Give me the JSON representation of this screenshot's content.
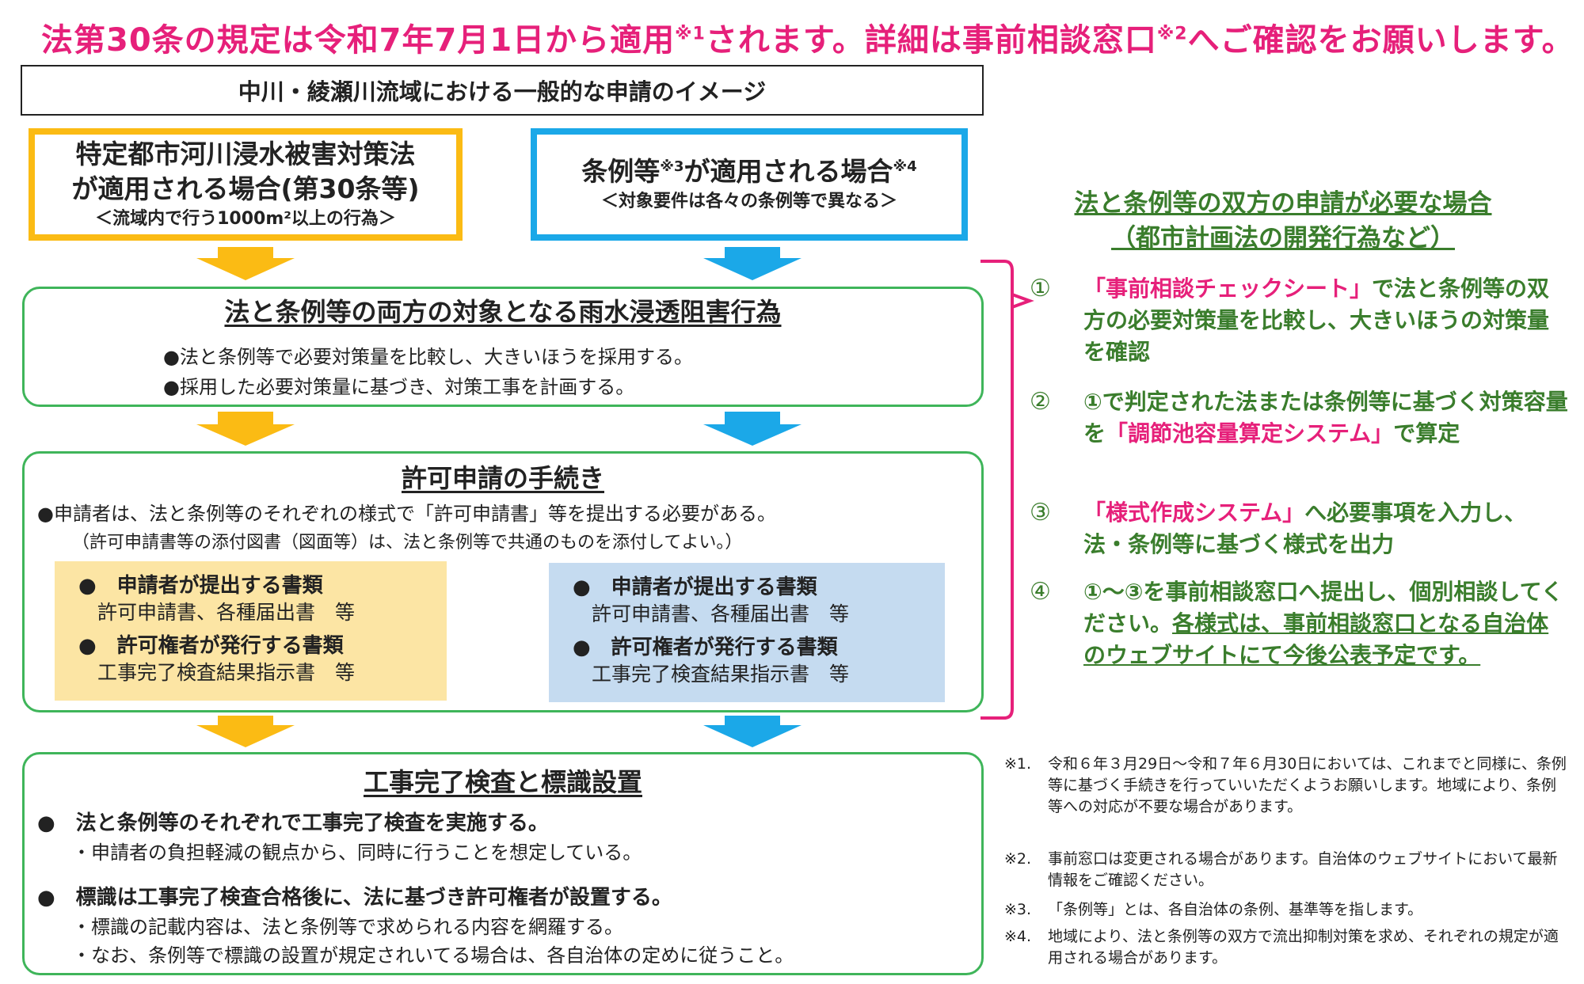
{
  "headline": {
    "part1": "法第30条の規定は令和7年7月1日から適用",
    "sup1": "※1",
    "part2": "されます。詳細は事前相談窓口",
    "sup2": "※2",
    "part3": "へご確認をお願いします。"
  },
  "flow_title": "中川・綾瀬川流域における一般的な申請のイメージ",
  "case_law": {
    "line1": "特定都市河川浸水被害対策法",
    "line2": "が適用される場合(第30条等)",
    "line3": "＜流域内で行う1000m²以上の行為＞"
  },
  "case_ordinance": {
    "line1_a": "条例等",
    "sup_a": "※3",
    "line1_b": "が適用される場合",
    "sup_b": "※4",
    "line2": "＜対象要件は各々の条例等で異なる＞"
  },
  "section1": {
    "title": "法と条例等の両方の対象となる雨水浸透阻害行為",
    "bullet1": "●法と条例等で必要対策量を比較し、大きいほうを採用する。",
    "bullet2": "●採用した必要対策量に基づき、対策工事を計画する。"
  },
  "section2": {
    "title": "許可申請の手続き",
    "line1": "●申請者は、法と条例等のそれぞれの様式で「許可申請書」等を提出する必要がある。",
    "line2": "（許可申請書等の添付図書（図面等）は、法と条例等で共通のものを添付してよい。）",
    "left_docs": {
      "h1": "●　申請者が提出する書類",
      "b1": "許可申請書、各種届出書　等",
      "h2": "●　許可権者が発行する書類",
      "b2": "工事完了検査結果指示書　等"
    },
    "right_docs": {
      "h1": "●　申請者が提出する書類",
      "b1": "許可申請書、各種届出書　等",
      "h2": "●　許可権者が発行する書類",
      "b2": "工事完了検査結果指示書　等"
    }
  },
  "section3": {
    "title": "工事完了検査と標識設置",
    "b1": "●　法と条例等のそれぞれで工事完了検査を実施する。",
    "b1_sub": "・申請者の負担軽減の観点から、同時に行うことを想定している。",
    "b2": "●　標識は工事完了検査合格後に、法に基づき許可権者が設置する。",
    "b2_sub1": "・標識の記載内容は、法と条例等で求められる内容を網羅する。",
    "b2_sub2": "・なお、条例等で標識の設置が規定されいてる場合は、各自治体の定めに従うこと。"
  },
  "right_panel": {
    "title_line1": "法と条例等の双方の申請が必要な場合",
    "title_line2": "（都市計画法の開発行為など）",
    "steps": [
      {
        "num": "①",
        "pink": "「事前相談チェックシート」",
        "text": "で法と条例等の双方の必要対策量を比較し、大きいほうの対策量を確認"
      },
      {
        "num": "②",
        "text_a": "①で判定された法または条例等に基づく対策容量を",
        "pink": "「調節池容量算定システム」",
        "text_b": "で算定"
      },
      {
        "num": "③",
        "pink": "「様式作成システム」",
        "text": "へ必要事項を入力し、法・条例等に基づく様式を出力"
      },
      {
        "num": "④",
        "text": "①～③を事前相談窓口へ提出し、個別相談してください。",
        "underlined": "各様式は、事前相談窓口となる自治体のウェブサイトにて今後公表予定です。"
      }
    ]
  },
  "footnotes": [
    {
      "mark": "※1.",
      "text": "令和６年３月29日～令和７年６月30日においては、これまでと同様に、条例等に基づく手続きを行っていいただくようお願いします。地域により、条例等への対応が不要な場合があります。"
    },
    {
      "mark": "※2.",
      "text": "事前窓口は変更される場合があります。自治体のウェブサイトにおいて最新情報をご確認ください。"
    },
    {
      "mark": "※3.",
      "text": "「条例等」とは、各自治体の条例、基準等を指します。"
    },
    {
      "mark": "※4.",
      "text": "地域により、法と条例等の双方で流出抑制対策を求め、それぞれの規定が適用される場合があります。"
    }
  ],
  "colors": {
    "accent_pink": "#e6207a",
    "law_orange": "#fbbb14",
    "ordinance_blue": "#1ba8e8",
    "green": "#3fb55a",
    "step_green": "#3a7d2c"
  }
}
